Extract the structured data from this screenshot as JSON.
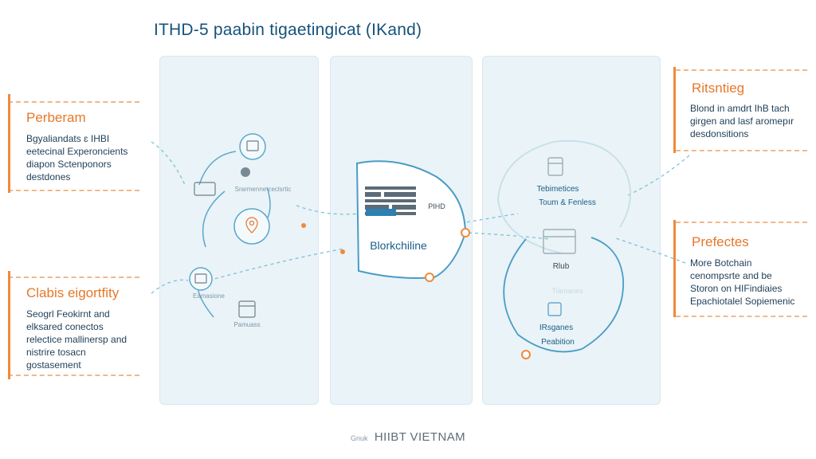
{
  "title": "ITHD-5 paabin tigaetingicat (IKand)",
  "colors": {
    "title": "#15527a",
    "accent_orange": "#ef8a3a",
    "panel_bg": "#eaf3f7",
    "line_blue": "#5ca8cc",
    "dashed_blue": "#7fc0dc",
    "body_text": "#1f3e57"
  },
  "left_blocks": [
    {
      "heading": "Perberam",
      "lines": [
        "Bgyaliandats ɛ IHBI",
        "eetecinal Experoncients",
        "diapon Sctenponors",
        "destdones"
      ]
    },
    {
      "heading": "Clabis eigortfity",
      "lines": [
        "Seogrl Feokirnt and",
        "elksared conectos",
        "relectice mallinersp and",
        "nistrire tosacn",
        "gostasement"
      ]
    }
  ],
  "right_blocks": [
    {
      "heading": "Ritsntieg",
      "lines": [
        "Blond in amdrt IhB tach",
        "girgen and lasf aromepır",
        "desdonsitions"
      ]
    },
    {
      "heading": "Prefectes",
      "lines": [
        "More Botchain",
        "cenompsrte and be",
        "Storon on HIFindiaies",
        "Epachiotalel Sopiemenic"
      ]
    }
  ],
  "diagram": {
    "left_panel_labels": [
      "Srarmenne ceclsrtic",
      "Eamasione",
      "Pamuass"
    ],
    "center_label": "Blorkchiline",
    "center_code": "PIHD",
    "right_top_lines": [
      "Tebimetices",
      "Toum & Fenless"
    ],
    "right_mid_label": "Rlub",
    "right_mid_faint": "Tiamanes",
    "right_bottom_lines": [
      "IRsganes",
      "Peabition"
    ]
  },
  "icons": [
    "document-icon",
    "node-icon",
    "monitor-icon",
    "location-pin-icon",
    "printer-icon",
    "window-icon",
    "qr-code-icon",
    "server-icon",
    "wallet-icon",
    "person-icon",
    "certificate-icon"
  ],
  "footer": {
    "prefix": "Gnuk",
    "brand": "HIIBT VIETNAM"
  }
}
